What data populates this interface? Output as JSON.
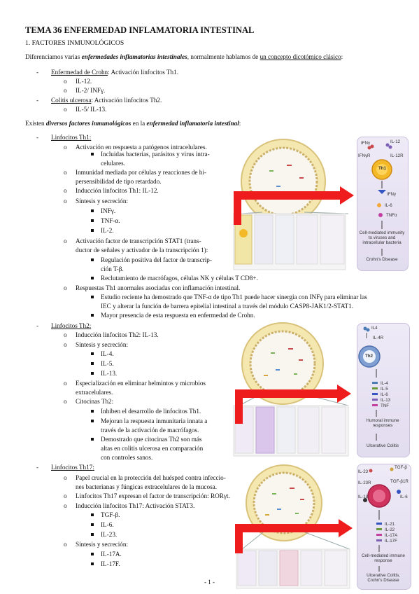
{
  "title": "TEMA 36 ENFERMEDAD INFLAMATORIA INTESTINAL",
  "section": "1. FACTORES INMUNOLÓGICOS",
  "intro": {
    "a": "Diferenciamos varias ",
    "b": "enfermedades inflamatorias intestinales",
    "c": ", normalmente hablamos de ",
    "d": "un concepto dicotómico clásico",
    "e": ":"
  },
  "crohn": {
    "name": "Enfermedad de Crohn",
    "desc": ": Activación linfocitos Th1.",
    "items": [
      "IL-12.",
      "IL-2/ INFγ."
    ]
  },
  "colitis": {
    "name": "Colitis ulcerosa",
    "desc": ": Activación linfocitos Th2.",
    "items": [
      "IL-5/ IL-13."
    ]
  },
  "factors_intro": {
    "a": "Existen ",
    "b": "diversos factores inmunológicos",
    "c": " en la ",
    "d": "enfermedad inflamatoria intestinal",
    "e": ":"
  },
  "th1": {
    "heading": "Linfocitos Th1",
    "items": [
      "Activación en respuesta a patógenos intracelulares.",
      "Incluidas bacterias, parásitos y virus intra-",
      "celulares.",
      "Inmunidad mediada por células y reacciones de hi-",
      "persensibilidad de tipo retardado.",
      "Inducción linfocitos Th1: IL-12.",
      "Síntesis y secreción:",
      "INFγ.",
      "TNF-α.",
      "IL-2.",
      "Activación factor de transcripción STAT1 (trans-",
      "ductor de señales y activador de la transcripción 1):",
      "Regulación positiva del factor de transcrip-",
      "ción T-β.",
      "Reclutamiento de macrófagos, células NK y células T CD8+.",
      "Respuestas Th1 anormales asociadas con inflamación intestinal.",
      "Estudio reciente ha demostrado que TNF-α de tipo Th1 puede hacer sinergia con INFγ para eliminar las",
      "IEC y alterar la función de barrera epitelial intestinal a través del módulo CASP8-JAK1/2-STAT1.",
      "Mayor presencia de esta respuesta en enfermedad de Crohn."
    ]
  },
  "th2": {
    "heading": "Linfocitos Th2",
    "items": [
      "Inducción linfocitos Th2: IL-13.",
      "Síntesis y secreción:",
      "IL-4.",
      "IL-5.",
      "IL-13.",
      "Especialización en eliminar helmintos y microbios",
      "extracelulares.",
      "Citocinas Th2:",
      "Inhiben el desarrollo de linfocitos Th1.",
      "Mejoran la respuesta inmunitaria innata a",
      "través de la activación de macrófagos.",
      "Demostrado que citocinas Th2 son más",
      "altas en colitis ulcerosa en comparación",
      "con controles sanos."
    ]
  },
  "th17": {
    "heading": "Linfocitos Th17",
    "items": [
      "Papel crucial en la protección del huésped contra infeccio-",
      "nes bacterianas y fúngicas extracelulares de la mucosa.",
      "Linfocitos Th17 expresan el factor de transcripción: RORγt.",
      "Inducción linfocitos Th17: Activación STAT3.",
      "TGF-β.",
      "IL-6.",
      "IL-23.",
      "Síntesis y secreción:",
      "IL-17A.",
      "IL-17F."
    ]
  },
  "fig1": {
    "labels": [
      "IFNγ",
      "IL-12",
      "IFNγR",
      "IL-12R",
      "Th1",
      "IFNγ",
      "IL-6",
      "TNFα",
      "Cell-mediated immunity to viruses and intracellular bacteria",
      "Crohn's Disease"
    ],
    "colors": {
      "panel": "#e6e0f1",
      "cell": "#f3b928",
      "arrow": "#ee1c1c"
    }
  },
  "fig2": {
    "labels": [
      "IL4",
      "IL-4R",
      "Th2",
      "IL-4",
      "IL-5",
      "IL-6",
      "IL-13",
      "TNF",
      "Humoral immune responses",
      "Ulcerative Colitis"
    ],
    "colors": {
      "cell": "#7f9fd3"
    }
  },
  "fig3": {
    "labels": [
      "IL-23",
      "TGF-β",
      "IL-23R",
      "TGF-β1R",
      "IL-1β",
      "IL-6",
      "IL-21",
      "IL-22",
      "IL-17A",
      "IL-17F",
      "Cell-mediated immune response",
      "Ulcerative Colitis, Crohn's Disease"
    ],
    "colors": {
      "cell": "#d0335e"
    }
  },
  "page_number": "- 1 -"
}
